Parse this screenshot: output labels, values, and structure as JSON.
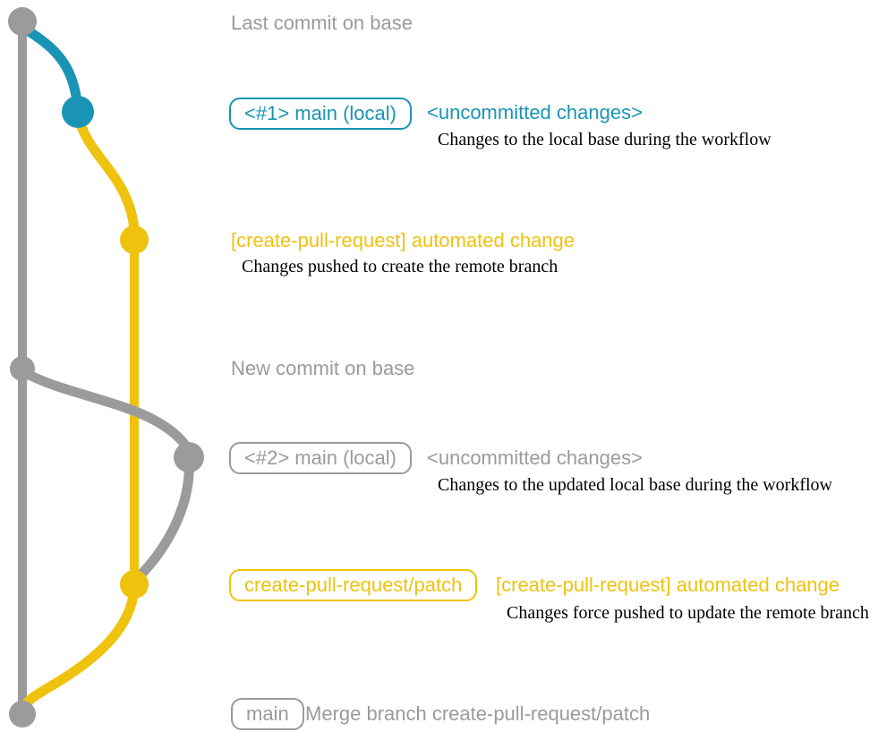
{
  "colors": {
    "gray": "#9b9b9b",
    "blue": "#1a94b4",
    "yellow": "#efc20e",
    "note_text": "#000000"
  },
  "milestones": {
    "last_commit": "Last commit on base",
    "new_commit": "New commit on base"
  },
  "rows": [
    {
      "badge": "<#1> main (local)",
      "title": "<uncommitted changes>",
      "desc": "Changes to the local base during the workflow",
      "color": "blue"
    },
    {
      "title": "[create-pull-request] automated change",
      "desc": "Changes pushed to create the remote branch",
      "color": "yellow"
    },
    {
      "badge": "<#2> main (local)",
      "title": "<uncommitted changes>",
      "desc": "Changes to the updated local base during the workflow",
      "color": "gray"
    },
    {
      "badge": "create-pull-request/patch",
      "title": "[create-pull-request] automated change",
      "desc": "Changes force pushed to update the remote branch",
      "color": "yellow"
    },
    {
      "badge": "main",
      "title": "Merge branch create-pull-request/patch",
      "color": "gray"
    }
  ],
  "graph": {
    "branches": [
      {
        "name": "base",
        "color": "#9b9b9b"
      },
      {
        "name": "main (local)",
        "color": "#1a94b4"
      },
      {
        "name": "create-pull-request/patch",
        "color": "#efc20e"
      }
    ],
    "commit_count": 7
  }
}
